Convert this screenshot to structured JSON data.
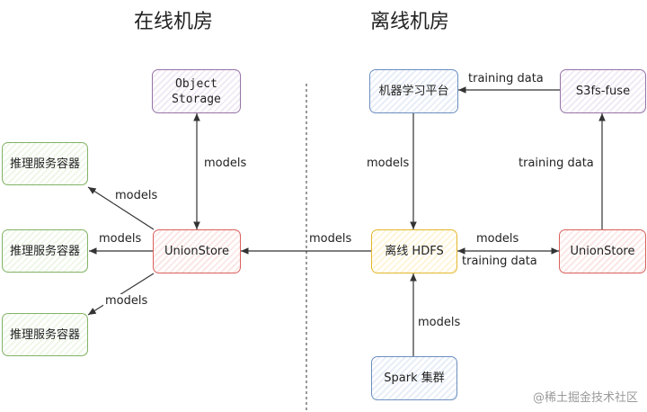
{
  "titles": {
    "online": "在线机房",
    "offline": "离线机房"
  },
  "nodes": {
    "object_storage": "Object\nStorage",
    "inference_1": "推理服务容器",
    "inference_2": "推理服务容器",
    "inference_3": "推理服务容器",
    "unionstore_online": "UnionStore",
    "ml_platform": "机器学习平台",
    "s3fs": "S3fs-fuse",
    "offline_hdfs": "离线 HDFS",
    "unionstore_offline": "UnionStore",
    "spark": "Spark 集群"
  },
  "edges": {
    "os_union": "models",
    "union_inf1": "models",
    "union_inf2": "models",
    "union_inf3": "models",
    "hdfs_union": "models",
    "s3fs_ml": "training data",
    "ml_hdfs": "models",
    "union_s3fs": "training data",
    "hdfs_to_union": "models",
    "union_to_hdfs": "training data",
    "spark_hdfs": "models"
  },
  "watermark": "@稀土掘金技术社区",
  "colors": {
    "green": "#82b366",
    "red": "#d9605c",
    "purple": "#9673a6",
    "blue": "#6c8ebf",
    "yellow": "#e3b82e",
    "line": "#333333"
  }
}
